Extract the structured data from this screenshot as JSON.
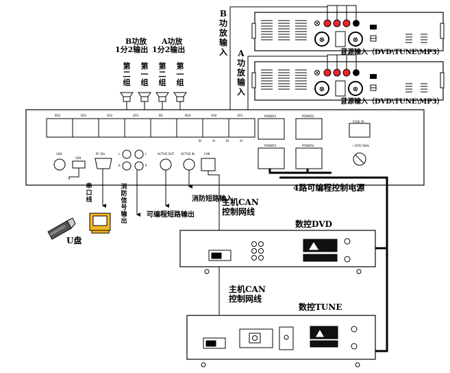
{
  "amplifiers": {
    "b_input": "B功放输入",
    "a_input": "A功放输入",
    "source_input_top": "音源输入（DVD\\TUNE\\MP3）",
    "source_input_bottom": "音源输入（DVD\\TUNE\\MP3）"
  },
  "outputs": {
    "b_header_1": "B功放",
    "b_header_2": "1分2输出",
    "a_header_1": "A功放",
    "a_header_2": "1分2输出",
    "groups": [
      "第二组",
      "第一组",
      "第二组",
      "第一组"
    ]
  },
  "host": {
    "top_labels": [
      "BO2",
      "BO1",
      "AO2",
      "AO1",
      "BO",
      "BO0",
      "AO0",
      "AO1",
      "BI",
      "AI",
      "BI",
      "AI"
    ],
    "power_labels": [
      "POWER1",
      "POWER2",
      "POWER3",
      "POWER4"
    ],
    "right_labels": [
      "FUSE 5A",
      "~220V 50Hz"
    ],
    "port_labels": [
      "USB",
      "USB",
      "PC SEL",
      "L",
      "R",
      "L",
      "R",
      "ACTIVE OUT",
      "ACTIVE IN",
      "CAN"
    ]
  },
  "connections": {
    "serial": "串口线",
    "udisk": "U盘",
    "fire_out": "消防信号输出",
    "fire_in": "消防短路输入",
    "prog_out": "可编程短路输出",
    "power_label": "4路可编程控制电源",
    "can_1a": "主机CAN",
    "can_1b": "控制网线",
    "can_2a": "主机CAN",
    "can_2b": "控制网线"
  },
  "devices": {
    "dvd": "数控DVD",
    "tune": "数控TUNE"
  }
}
